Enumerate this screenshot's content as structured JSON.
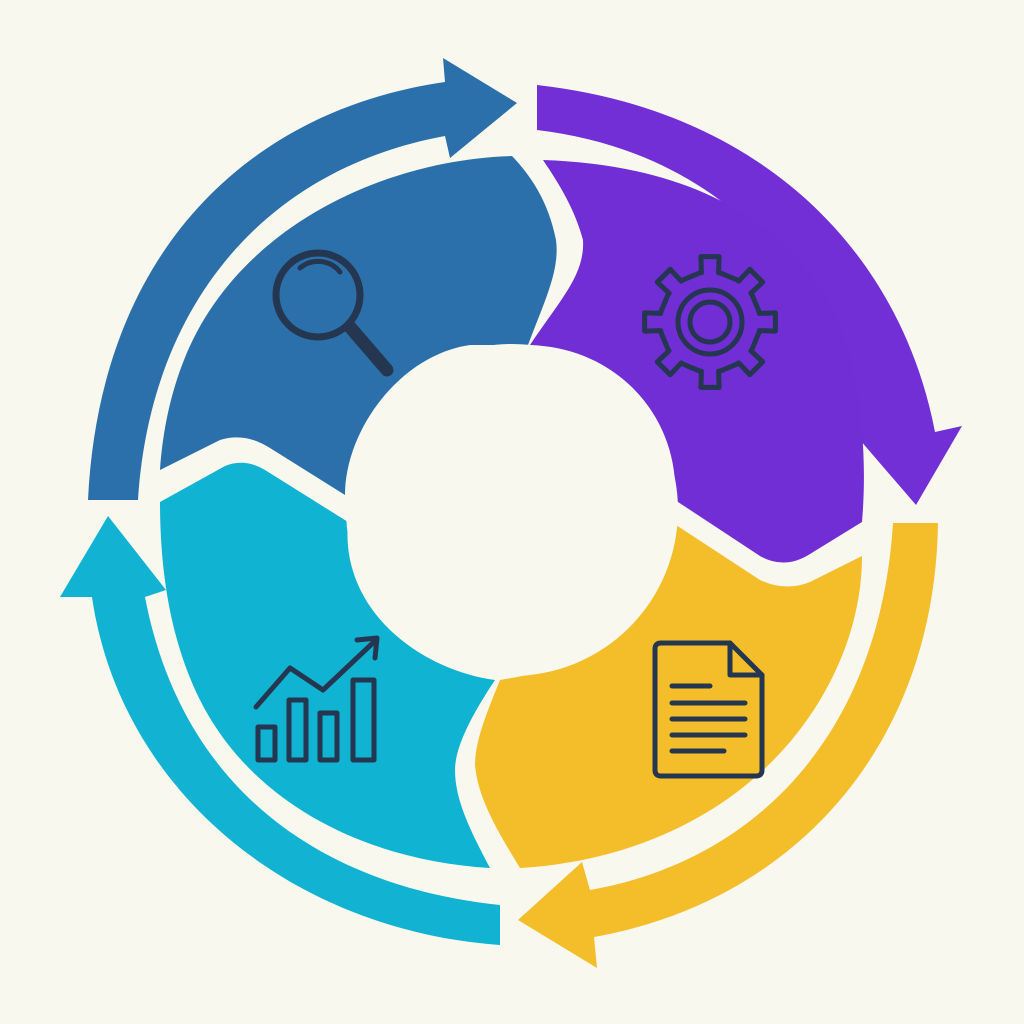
{
  "diagram": {
    "type": "four-stage-cycle",
    "direction": "clockwise",
    "background": "#f8f8ee",
    "icon_stroke": "#243650",
    "stages": [
      {
        "id": "research",
        "icon": "magnifier-icon",
        "color": "#2b70aa",
        "arrow_color": "#2b70aa"
      },
      {
        "id": "process",
        "icon": "gear-icon",
        "color": "#712ed5",
        "arrow_color": "#722fd6"
      },
      {
        "id": "report",
        "icon": "document-icon",
        "color": "#f4bd2a",
        "arrow_color": "#f4bd2a"
      },
      {
        "id": "analyze",
        "icon": "growth-chart-icon",
        "color": "#10b3d1",
        "arrow_color": "#12b2d2"
      }
    ]
  }
}
